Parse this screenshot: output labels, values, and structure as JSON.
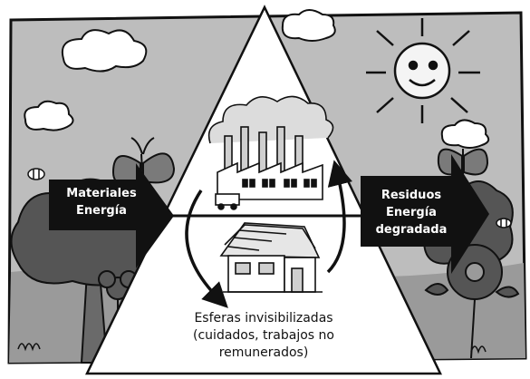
{
  "input_arrow": {
    "lines": [
      "Materiales",
      "Energía"
    ]
  },
  "output_arrow": {
    "lines": [
      "Residuos",
      "Energía",
      "degradada"
    ]
  },
  "bottom_caption": {
    "lines": [
      "Esferas invisibilizadas",
      "(cuidados, trabajos no",
      "remunerados)"
    ]
  },
  "colors": {
    "sky": "#bdbdbd",
    "ground": "#8a8a8a",
    "tree": "#5a5a5a",
    "arrow": "#111111",
    "triangle": "#ffffff",
    "outline": "#111111"
  },
  "icons": [
    "sun-icon",
    "cloud-icon",
    "butterfly-icon",
    "tree-icon",
    "flower-icon",
    "factory-icon",
    "house-icon",
    "cycle-arrow-icon"
  ]
}
